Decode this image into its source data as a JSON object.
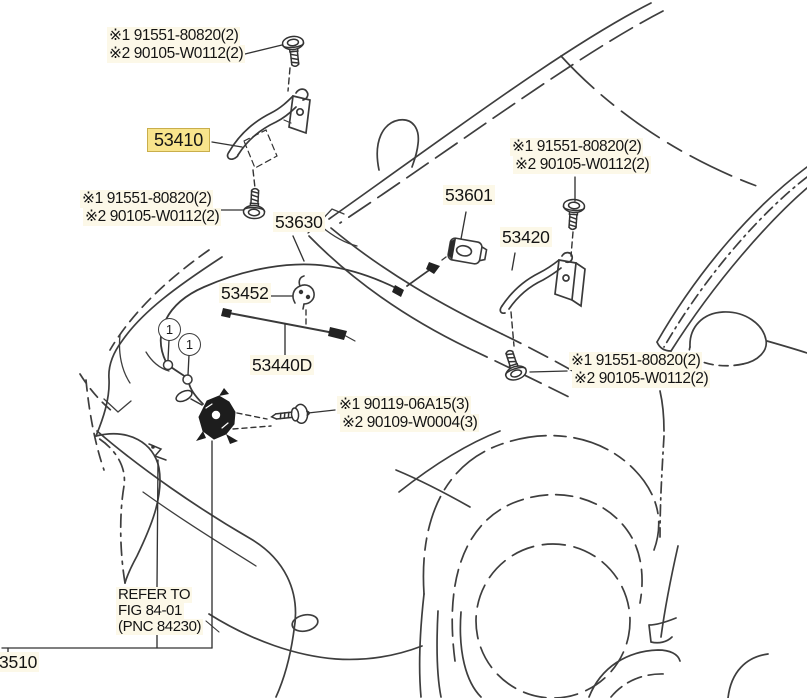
{
  "diagram": {
    "description": "Hood lock and hinge parts diagram, front-left three-quarter line drawing of vehicle",
    "colors": {
      "line": "#3e3e3e",
      "highlight_bg": "#f8e48c",
      "highlight_border": "#c9ae4b",
      "label_bg": "#fcf8e8",
      "text": "#141414",
      "part_dark": "#1d1d1d"
    },
    "labels": {
      "bolt_top": {
        "line1": "※1 91551-80820(2)",
        "line2": "※2 90105-W0112(2)"
      },
      "hinge_lh": {
        "part": "53410"
      },
      "bolt_left": {
        "line1": "※1 91551-80820(2)",
        "line2": "※2 90105-W0112(2)"
      },
      "cable": {
        "part": "53630"
      },
      "grommet": {
        "part": "53601"
      },
      "hinge_rh": {
        "part": "53420"
      },
      "bolt_right_top": {
        "line1": "※1 91551-80820(2)",
        "line2": "※2 90105-W0112(2)"
      },
      "hook": {
        "part": "53452"
      },
      "support_rod": {
        "part": "53440D"
      },
      "screw_center": {
        "line1": "※1 90119-06A15(3)",
        "line2": "※2 90109-W0004(3)"
      },
      "bolt_right_low": {
        "line1": "※1 91551-80820(2)",
        "line2": "※2 90105-W0112(2)"
      },
      "refer_note": {
        "line1": "REFER TO",
        "line2": "FIG 84-01",
        "line3": "(PNC 84230)"
      },
      "partial_part": {
        "part": "3510"
      },
      "callout_1a": "1",
      "callout_1b": "1"
    }
  }
}
